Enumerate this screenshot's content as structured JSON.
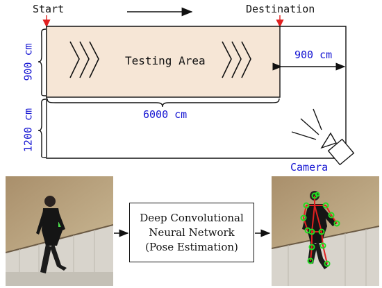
{
  "labels": {
    "start": "Start",
    "destination": "Destination",
    "testing_area": "Testing Area",
    "width_900_left": "900 cm",
    "width_1200_left": "1200 cm",
    "length_6000": "6000 cm",
    "offset_900_right": "900 cm",
    "camera": "Camera"
  },
  "network_box": {
    "line1": "Deep Convolutional",
    "line2": "Neural Network",
    "line3": "(Pose Estimation)"
  },
  "colors": {
    "testing_area_fill": "#f6e6d6",
    "dimension_text": "#1414d2",
    "start_marker": "#e02020",
    "skeleton_joint": "#22dd22",
    "skeleton_bone": "#e02020"
  }
}
